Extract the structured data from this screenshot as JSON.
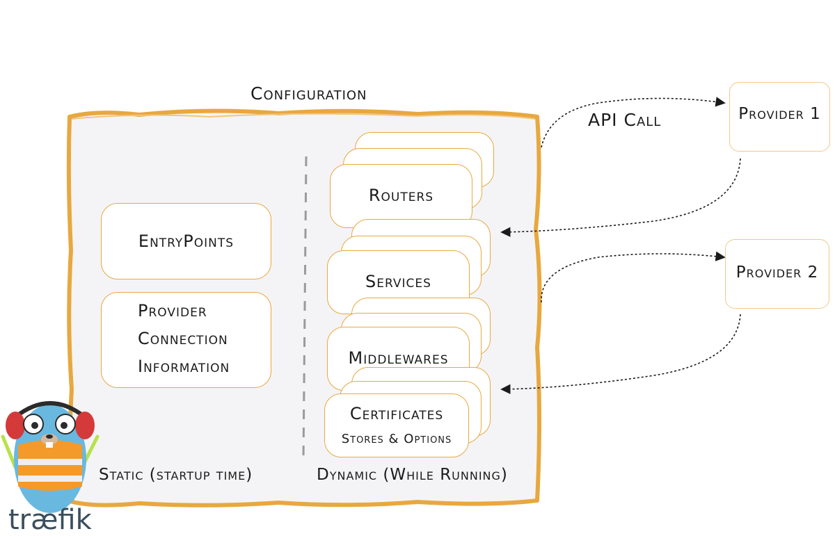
{
  "diagram": {
    "title": "Configuration",
    "static_section": {
      "caption": "Static (startup time)",
      "items": [
        {
          "label": "EntryPoints"
        },
        {
          "lines": [
            "Provider",
            "Connection",
            "Information"
          ]
        }
      ]
    },
    "dynamic_section": {
      "caption": "Dynamic (While Running)",
      "stacks": [
        {
          "label": "Routers"
        },
        {
          "label": "Services"
        },
        {
          "label": "Middlewares"
        },
        {
          "label": "Certificates",
          "sublabel": "Stores & Options"
        }
      ]
    },
    "providers": [
      {
        "label": "Provider 1"
      },
      {
        "label": "Provider 2"
      }
    ],
    "edge_label": "API Call",
    "logo": {
      "text": "træfik",
      "icon": "gopher-mascot-icon"
    },
    "colors": {
      "accent": "#e8a83f",
      "panel": "#f4f4f6",
      "ink": "#1b1b1b"
    }
  }
}
